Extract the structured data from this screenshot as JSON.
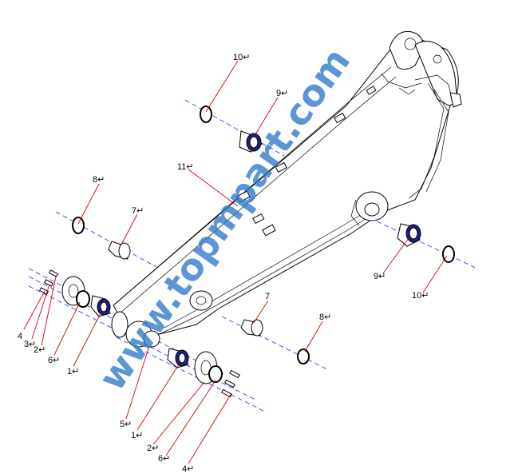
{
  "callouts": [
    {
      "id": "c10a",
      "text": "10↵"
    },
    {
      "id": "c9a",
      "text": "9↵"
    },
    {
      "id": "c11",
      "text": "11↵"
    },
    {
      "id": "c8a",
      "text": "8↵"
    },
    {
      "id": "c7a",
      "text": "7↵"
    },
    {
      "id": "c9b",
      "text": "9↵"
    },
    {
      "id": "c10b",
      "text": "10↵"
    },
    {
      "id": "c7b",
      "text": "7"
    },
    {
      "id": "c8b",
      "text": "8↵"
    },
    {
      "id": "c4a",
      "text": "4"
    },
    {
      "id": "c3",
      "text": "3↵"
    },
    {
      "id": "c2a",
      "text": "2↵"
    },
    {
      "id": "c6a",
      "text": "6↵"
    },
    {
      "id": "c1a",
      "text": "1↵"
    },
    {
      "id": "c5",
      "text": "5↵"
    },
    {
      "id": "c1b",
      "text": "1↵"
    },
    {
      "id": "c2b",
      "text": "2↵"
    },
    {
      "id": "c6b",
      "text": "6↵"
    },
    {
      "id": "c4b",
      "text": "4↵"
    }
  ],
  "watermark": "www.topmpart.com",
  "colors": {
    "leader": "#d40000",
    "axis": "#3a3aff",
    "watermark": "#2f78c8",
    "bushing_face": "#1e1e8c"
  }
}
